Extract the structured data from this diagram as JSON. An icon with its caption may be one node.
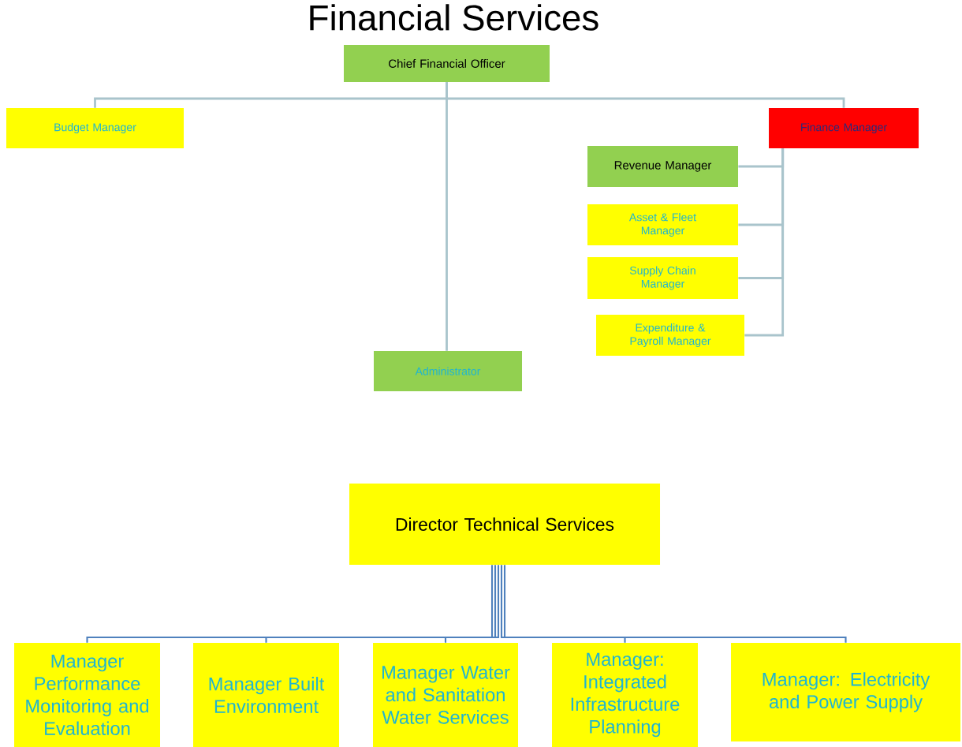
{
  "diagram": {
    "title": "Financial Services",
    "nodes": [
      {
        "text": [
          "Chief Financial Officer"
        ]
      },
      {
        "text": [
          "Budget Manager"
        ]
      },
      {
        "text": [
          "Finance Manager"
        ]
      },
      {
        "text": [
          "Revenue Manager"
        ]
      },
      {
        "text": [
          "Asset & Fleet Manager"
        ]
      },
      {
        "text": [
          "Supply Chain Manager"
        ]
      },
      {
        "text": [
          "Expenditure & Payroll Manager"
        ]
      },
      {
        "text": [
          "Administrator"
        ]
      },
      {
        "text": [
          "Director Technical Services"
        ]
      },
      {
        "text": [
          "Manager Performance Monitoring and Evaluation"
        ]
      },
      {
        "text": [
          "Manager Built Environment"
        ]
      },
      {
        "text": [
          "Manager Water and Sanitation Water Services"
        ]
      },
      {
        "text": [
          "Manager: Integrated Infrastructure Planning"
        ]
      },
      {
        "text": [
          "Manager: Electricity and Power Supply"
        ]
      }
    ],
    "edges": [
      {
        "from": 0,
        "to": 1,
        "arrow": "none"
      },
      {
        "from": 0,
        "to": 7,
        "arrow": "none"
      },
      {
        "from": 0,
        "to": 2,
        "arrow": "none"
      },
      {
        "from": 2,
        "to": 3,
        "arrow": "none"
      },
      {
        "from": 2,
        "to": 4,
        "arrow": "none"
      },
      {
        "from": 2,
        "to": 5,
        "arrow": "none"
      },
      {
        "from": 2,
        "to": 6,
        "arrow": "none"
      },
      {
        "from": 8,
        "to": 9,
        "arrow": "none",
        "color": "#4f81bd"
      },
      {
        "from": 8,
        "to": 10,
        "arrow": "none",
        "color": "#4f81bd"
      },
      {
        "from": 8,
        "to": 11,
        "arrow": "none",
        "color": "#4f81bd"
      },
      {
        "from": 8,
        "to": 12,
        "arrow": "none",
        "color": "#4f81bd"
      },
      {
        "from": 8,
        "to": 13,
        "arrow": "none",
        "color": "#4f81bd"
      }
    ]
  }
}
